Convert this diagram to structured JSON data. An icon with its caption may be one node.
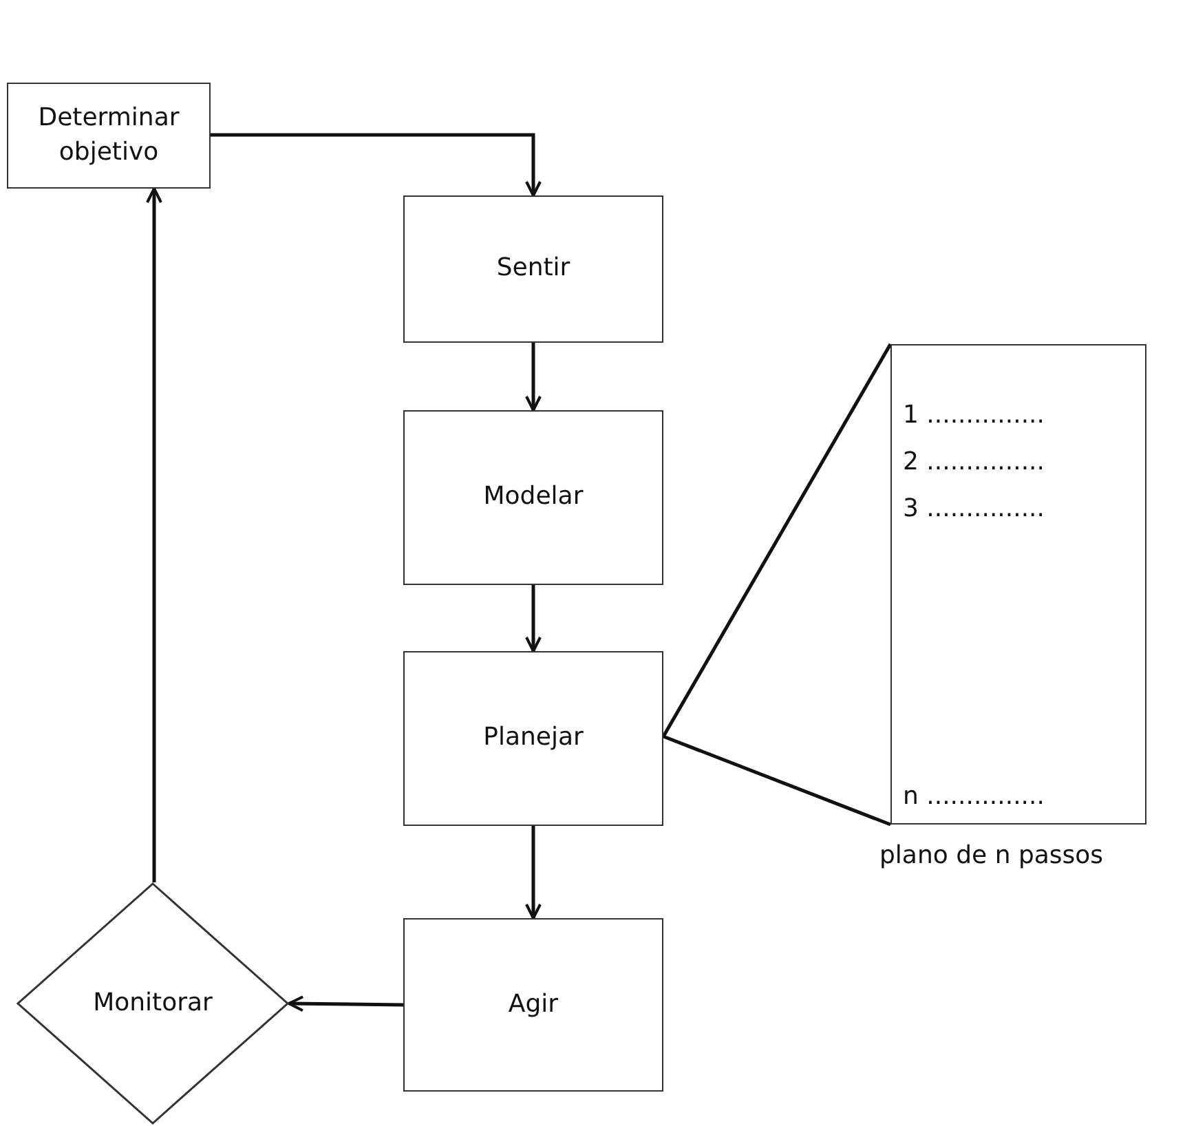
{
  "diagram": {
    "nodes": [
      {
        "text": [
          "Determinar objetivo"
        ]
      },
      {
        "text": [
          "Sentir"
        ]
      },
      {
        "text": [
          "Modelar"
        ]
      },
      {
        "text": [
          "Planejar"
        ]
      },
      {
        "text": [
          "Agir"
        ]
      },
      {
        "text": [
          "Monitorar"
        ]
      },
      {
        "text": [
          "1 ...............",
          "2 ...............",
          "3 ...............",
          "n ..............."
        ],
        "beside": [
          "plano de n passos"
        ]
      }
    ],
    "edges": [
      {
        "from": 0,
        "to": 1,
        "arrow": "to"
      },
      {
        "from": 1,
        "to": 2,
        "arrow": "to"
      },
      {
        "from": 2,
        "to": 3,
        "arrow": "to"
      },
      {
        "from": 3,
        "to": 4,
        "arrow": "to"
      },
      {
        "from": 4,
        "to": 5,
        "arrow": "to"
      },
      {
        "from": 5,
        "to": 0,
        "arrow": "to"
      },
      {
        "from": 3,
        "to": 6,
        "arrow": "none"
      },
      {
        "from": 3,
        "to": 6,
        "arrow": "none"
      }
    ]
  }
}
